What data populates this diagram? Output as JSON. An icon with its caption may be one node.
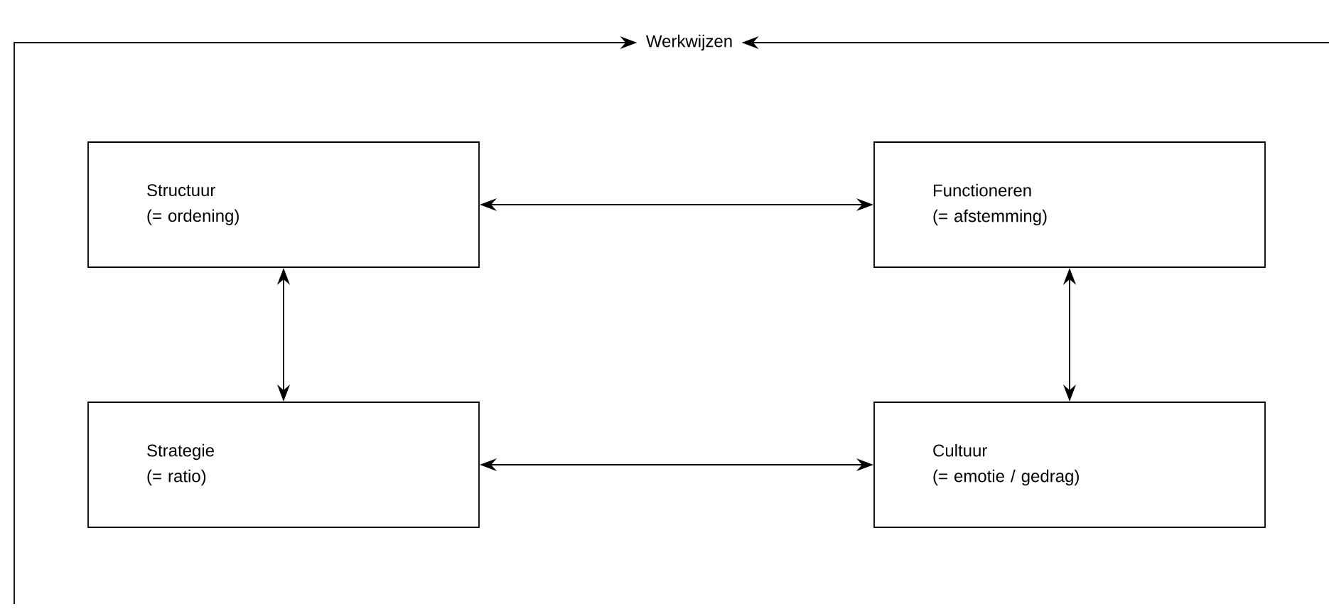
{
  "diagram": {
    "nodes": [
      {
        "text": [
          "Werkwijzen"
        ]
      },
      {
        "text": [
          "Structuur",
          "(= ordening)"
        ]
      },
      {
        "text": [
          "Functioneren",
          "(= afstemming)"
        ]
      },
      {
        "text": [
          "Strategie",
          "(= ratio)"
        ]
      },
      {
        "text": [
          "Cultuur",
          "(= emotie / gedrag)"
        ]
      }
    ],
    "edges": [
      {
        "from": null,
        "to": 0,
        "arrow": "to"
      },
      {
        "from": null,
        "to": 0,
        "arrow": "to"
      },
      {
        "from": 1,
        "to": 2,
        "arrow": "both"
      },
      {
        "from": 1,
        "to": 3,
        "arrow": "both"
      },
      {
        "from": 2,
        "to": 4,
        "arrow": "both"
      },
      {
        "from": 3,
        "to": 4,
        "arrow": "both"
      }
    ]
  }
}
